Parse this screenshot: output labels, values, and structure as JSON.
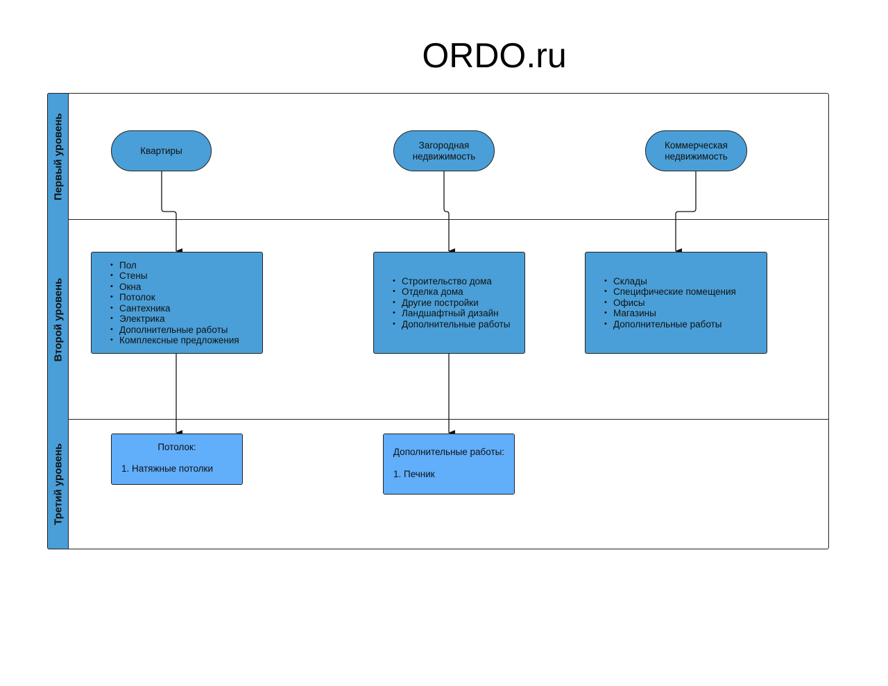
{
  "title": "ORDO.ru",
  "lanes": [
    "Первый уровень",
    "Второй уровень",
    "Третий уровень"
  ],
  "level1": [
    {
      "label": "Квартиры"
    },
    {
      "label": "Загородная недвижимость"
    },
    {
      "label": "Коммерческая недвижимость"
    }
  ],
  "level2": [
    {
      "items": [
        "Пол",
        "Стены",
        "Окна",
        "Потолок",
        "Сантехника",
        "Электрика",
        "Дополнительные работы",
        "Комплексные предложения"
      ]
    },
    {
      "items": [
        "Строительство дома",
        "Отделка дома",
        "Другие постройки",
        "Ландшафтный дизайн",
        "Дополнительные работы"
      ]
    },
    {
      "items": [
        "Склады",
        "Специфические помещения",
        "Офисы",
        "Магазины",
        "Дополнительные работы"
      ]
    }
  ],
  "level3": [
    {
      "heading": "Потолок:",
      "item": "1. Натяжные потолки"
    },
    {
      "heading": "Дополнительные работы:",
      "item": "1. Печник"
    }
  ],
  "colors": {
    "node_fill": "#4a9fd8",
    "leaf_fill": "#61aefb",
    "stroke": "#222222"
  }
}
